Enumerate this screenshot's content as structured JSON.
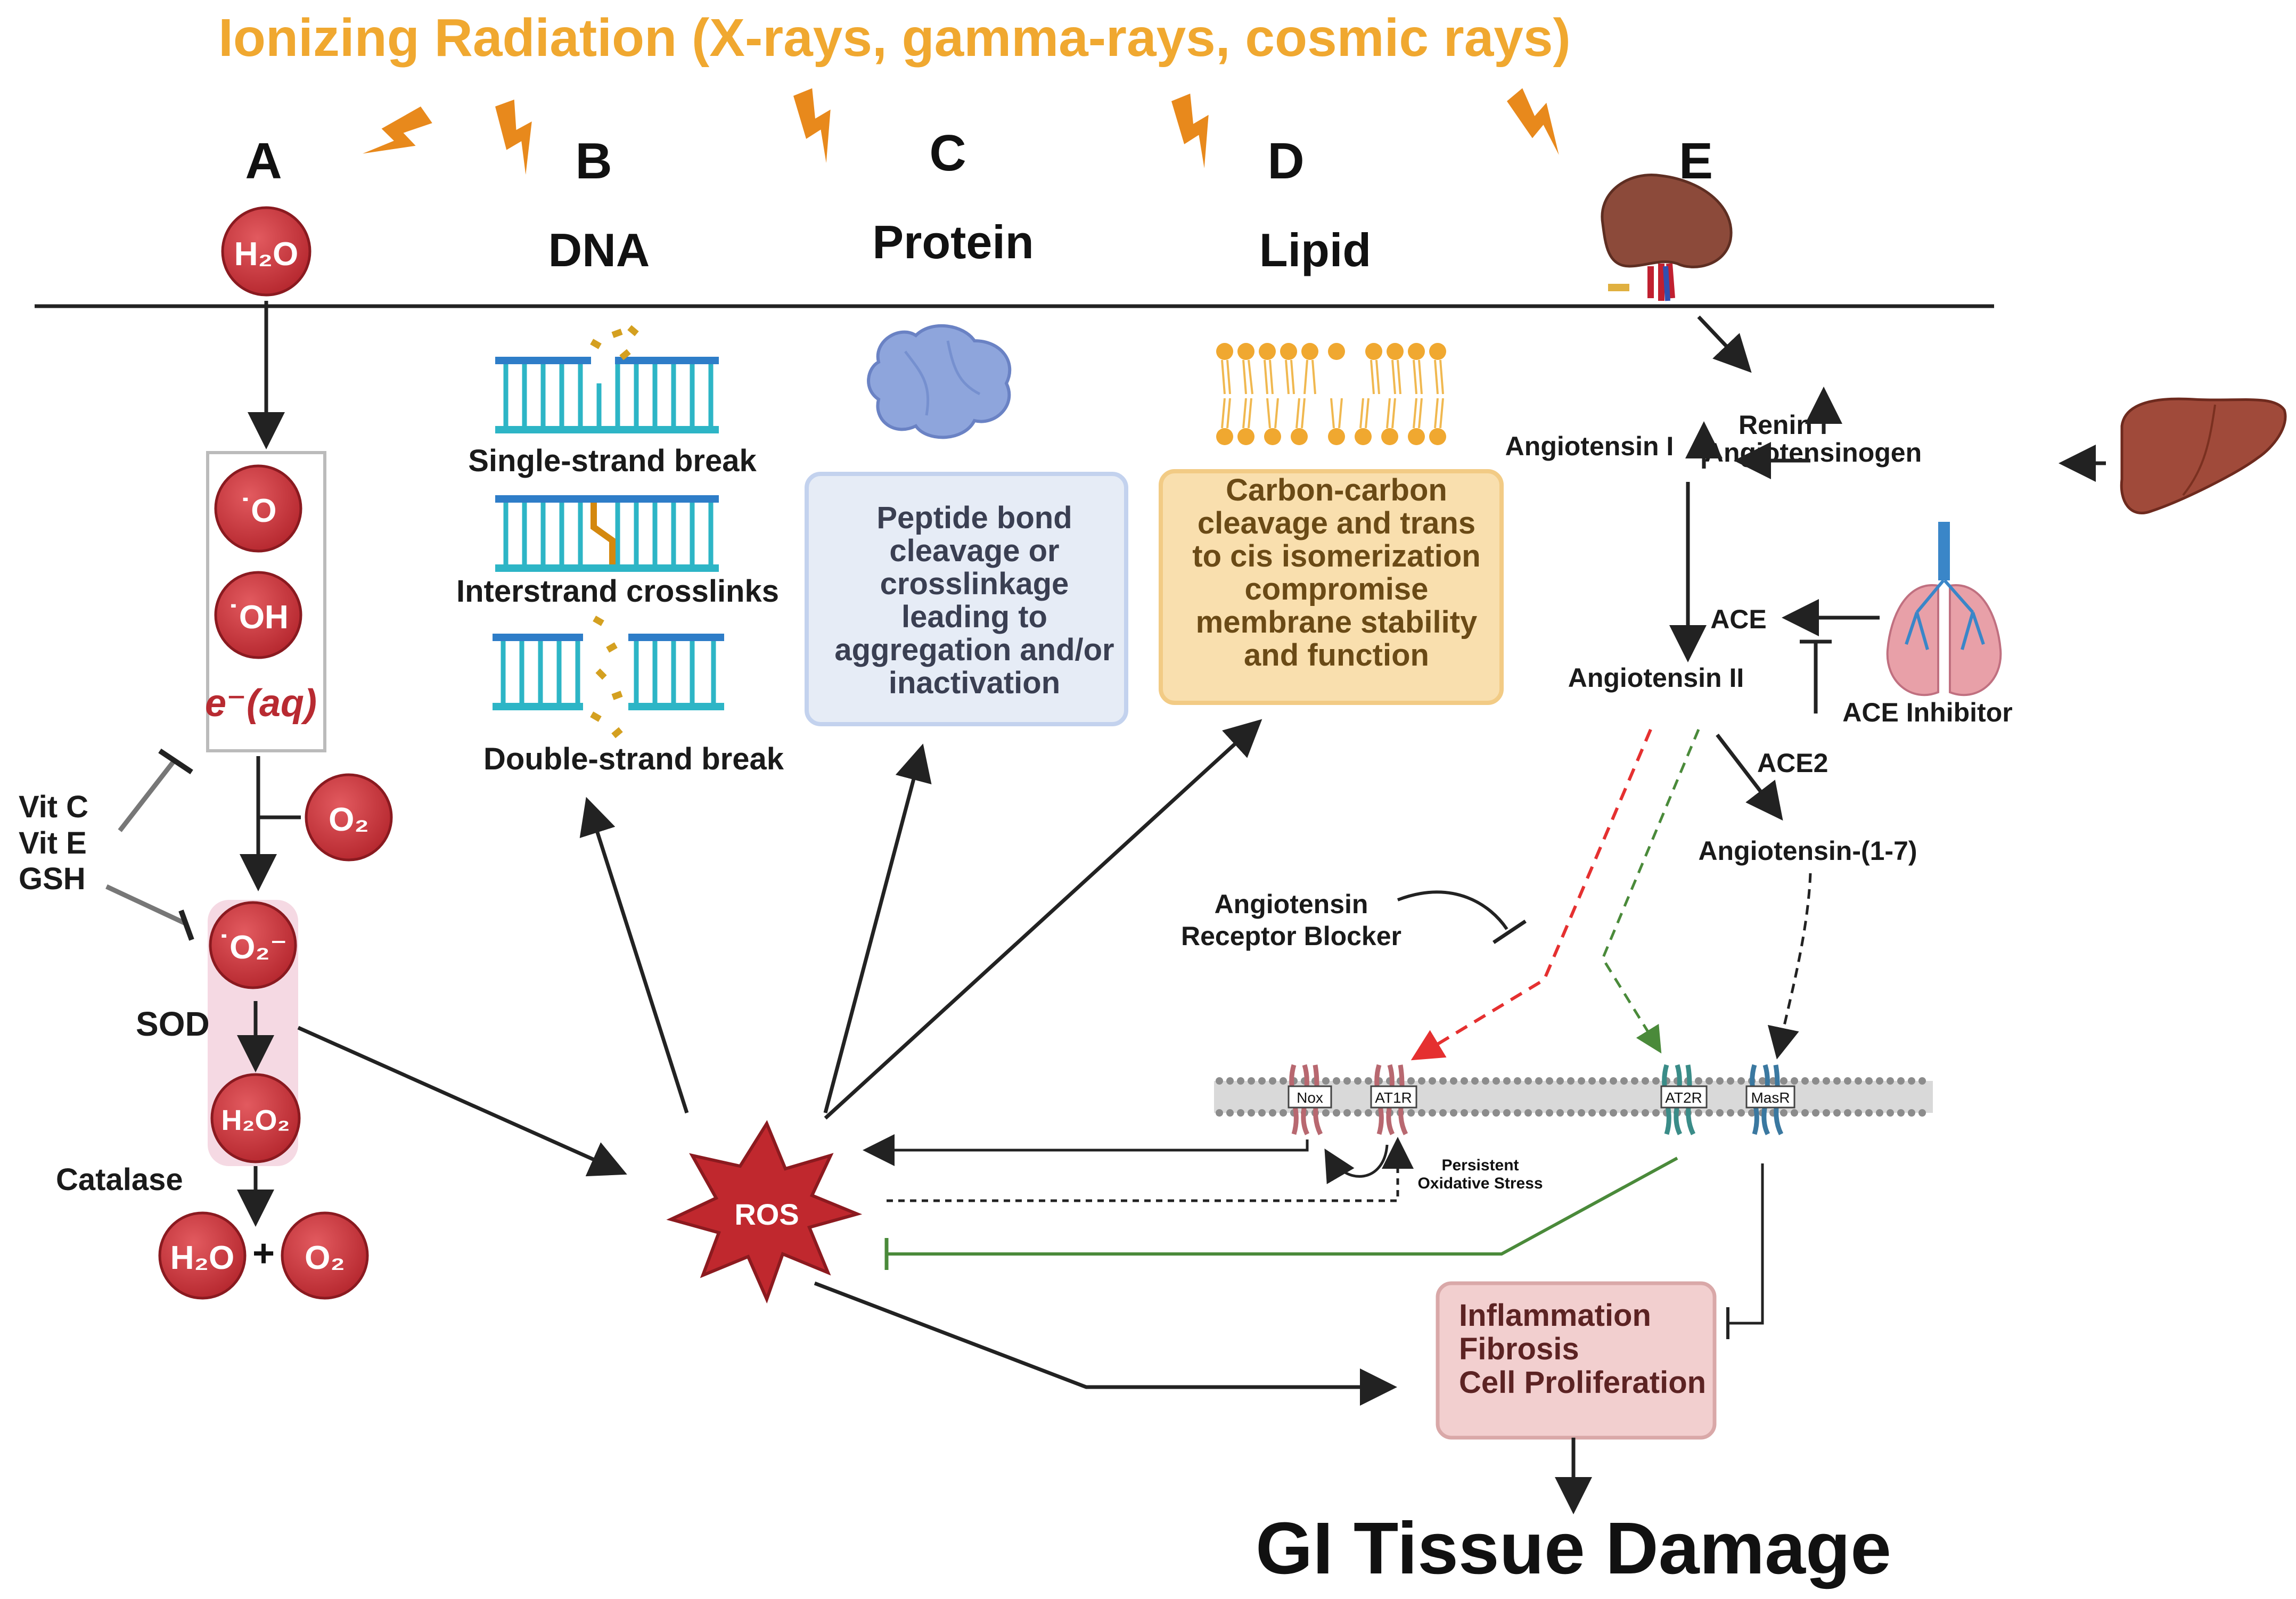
{
  "title": "Ionizing Radiation (X-rays, gamma-rays, cosmic rays)",
  "panels": {
    "a": {
      "letter": "A",
      "target": "H₂O"
    },
    "b": {
      "letter": "B",
      "target": "DNA"
    },
    "c": {
      "letter": "C",
      "target": "Protein"
    },
    "d": {
      "letter": "D",
      "target": "Lipid"
    },
    "e": {
      "letter": "E"
    }
  },
  "water": {
    "radicals": [
      "˙O",
      "˙OH",
      "e⁻(aq)"
    ],
    "oxygen": "O₂",
    "superoxide": "˙O₂⁻",
    "sod": "SOD",
    "peroxide": "H₂O₂",
    "catalase": "Catalase",
    "products": [
      "H₂O",
      "O₂"
    ],
    "plus": "+",
    "antioxidants": [
      "Vit C",
      "Vit E",
      "GSH"
    ]
  },
  "dna": {
    "single": "Single-strand break",
    "crosslink": "Interstrand crosslinks",
    "double": "Double-strand break"
  },
  "protein": {
    "effect": [
      "Peptide bond",
      "cleavage or",
      "crosslinkage",
      "leading to",
      "aggregation and/or",
      "inactivation"
    ]
  },
  "lipid": {
    "effect": [
      "Carbon-carbon",
      "cleavage and trans",
      "to cis isomerization",
      "compromise",
      "membrane stability",
      "and function"
    ]
  },
  "ras": {
    "renin": "Renin",
    "angiotensin1": "Angiotensin I",
    "angiotensinogen": "Angiotensinogen",
    "ace": "ACE",
    "angiotensin2": "Angiotensin II",
    "ace_inhibitor": "ACE Inhibitor",
    "ace2": "ACE2",
    "ang17": "Angiotensin-(1-7)",
    "arb": [
      "Angiotensin",
      "Receptor Blocker"
    ],
    "receptors": [
      "Nox",
      "AT1R",
      "AT2R",
      "MasR"
    ],
    "persistent": [
      "Persistent",
      "Oxidative Stress"
    ]
  },
  "ros": "ROS",
  "outcomes": [
    "Inflammation",
    "Fibrosis",
    "Cell Proliferation"
  ],
  "final": "GI Tissue Damage",
  "colors": {
    "title": "#f0a830",
    "bolt": "#e8891c",
    "molecule": "#c8323a",
    "ros": "#c0282e",
    "protein_box": "#e6ecf6",
    "lipid_box": "#f9dfae",
    "outcome_box": "#f2cfcf",
    "red_dash": "#e53030",
    "green_line": "#4a8a3a"
  },
  "icons": [
    "lightning-bolt-icon",
    "kidney-icon",
    "liver-icon",
    "lungs-icon",
    "protein-blob-icon",
    "dna-ladder-icon",
    "lipid-bilayer-icon",
    "cell-membrane-icon"
  ]
}
